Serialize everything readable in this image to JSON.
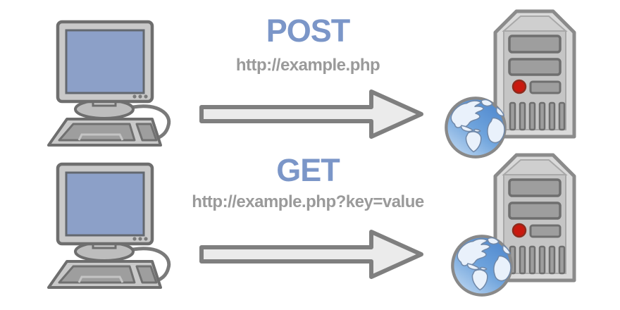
{
  "page": {
    "background": "#ffffff"
  },
  "rows": [
    {
      "method": "POST",
      "url": "http://example.php",
      "client_icon": "desktop-computer-icon",
      "arrow_icon": "request-arrow-right-icon",
      "server_icon": "web-server-icon",
      "globe_icon": "earth-globe-icon"
    },
    {
      "method": "GET",
      "url": "http://example.php?key=value",
      "client_icon": "desktop-computer-icon",
      "arrow_icon": "request-arrow-right-icon",
      "server_icon": "web-server-icon",
      "globe_icon": "earth-globe-icon"
    }
  ],
  "colors": {
    "method_text": "#7b96c8",
    "url_text": "#9a9a9a",
    "arrow_fill": "#ebebeb",
    "arrow_stroke": "#7f7f7f",
    "device_body": "#c9c9c9",
    "device_outline": "#6e6e6e",
    "panel_gray": "#9e9e9e",
    "screen_blue": "#8ca0c8",
    "server_body": "#c5c5c5",
    "server_outline": "#8b8b8b",
    "led_red": "#c9190f",
    "globe_ocean": "#4d86cd",
    "globe_land": "#e9f1fb"
  }
}
